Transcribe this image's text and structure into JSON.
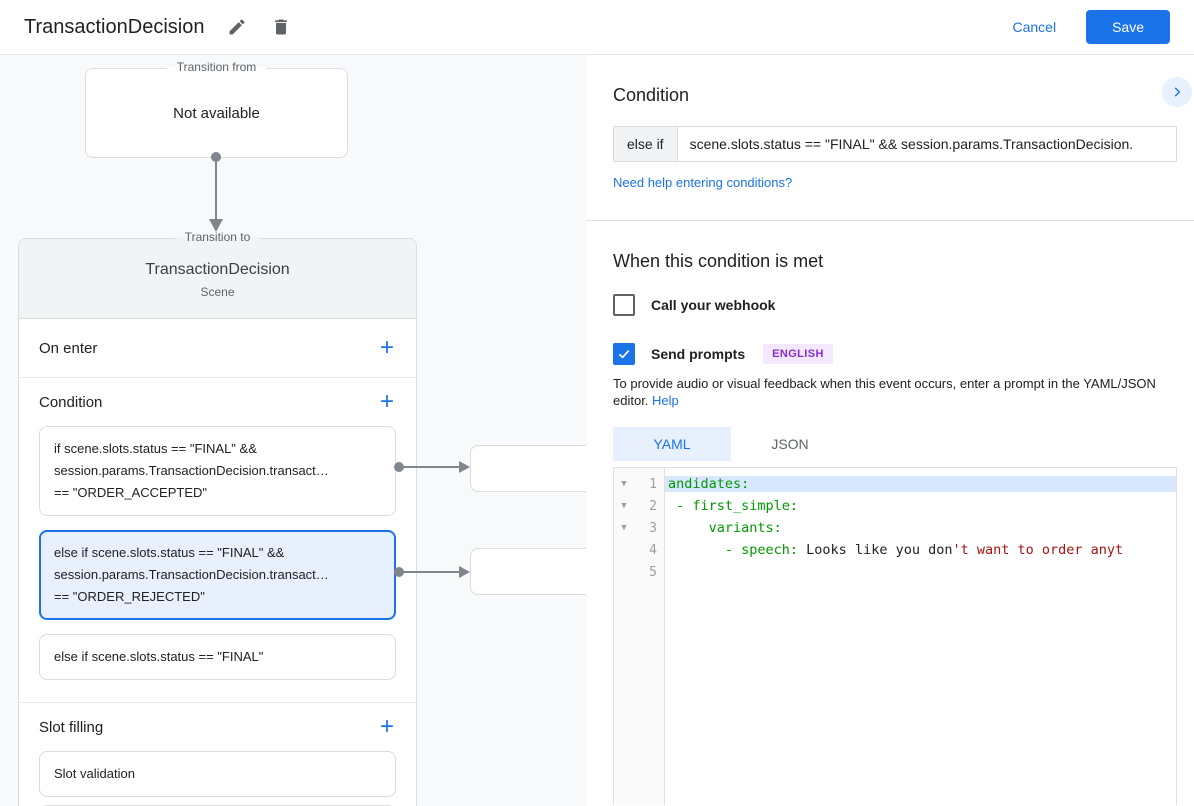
{
  "header": {
    "title": "TransactionDecision",
    "cancel": "Cancel",
    "save": "Save"
  },
  "canvas": {
    "transition_from": {
      "legend": "Transition from",
      "text": "Not available"
    },
    "transition_to": {
      "legend": "Transition to",
      "name": "TransactionDecision",
      "type": "Scene"
    },
    "on_enter_label": "On enter",
    "condition_label": "Condition",
    "condition_cards": [
      {
        "selected": false,
        "lines": [
          "if scene.slots.status == \"FINAL\" &&",
          "session.params.TransactionDecision.transact…",
          "== \"ORDER_ACCEPTED\""
        ]
      },
      {
        "selected": true,
        "lines": [
          "else if scene.slots.status == \"FINAL\" &&",
          "session.params.TransactionDecision.transact…",
          "== \"ORDER_REJECTED\""
        ]
      },
      {
        "selected": false,
        "lines": [
          "else if scene.slots.status == \"FINAL\""
        ]
      }
    ],
    "slot_filling_label": "Slot filling",
    "slot_cards": [
      "Slot validation"
    ]
  },
  "condition_panel": {
    "title": "Condition",
    "operator": "else if",
    "expression": "scene.slots.status == \"FINAL\" && session.params.TransactionDecision.",
    "help_link": "Need help entering conditions?"
  },
  "when_met": {
    "title": "When this condition is met",
    "webhook_label": "Call your webhook",
    "send_prompts_label": "Send prompts",
    "language_badge": "ENGLISH",
    "description": "To provide audio or visual feedback when this event occurs, enter a prompt in the YAML/JSON editor.",
    "help_label": "Help",
    "tabs": [
      {
        "label": "YAML",
        "active": true
      },
      {
        "label": "JSON",
        "active": false
      }
    ],
    "editor_lines": [
      {
        "number": "1",
        "fold": true,
        "highlight": true,
        "segments": [
          {
            "t": "andidates:",
            "c": "green"
          }
        ]
      },
      {
        "number": "2",
        "fold": true,
        "highlight": false,
        "segments": [
          {
            "t": " - first_simple:",
            "c": "green"
          }
        ]
      },
      {
        "number": "3",
        "fold": true,
        "highlight": false,
        "segments": [
          {
            "t": "     variants:",
            "c": "green"
          }
        ]
      },
      {
        "number": "4",
        "fold": false,
        "highlight": false,
        "segments": [
          {
            "t": "       - speech:",
            "c": "green"
          },
          {
            "t": " Looks like you don",
            "c": "plain"
          },
          {
            "t": "'t want to order anyt",
            "c": "red"
          }
        ]
      },
      {
        "number": "5",
        "fold": false,
        "highlight": false,
        "segments": []
      }
    ]
  },
  "colors": {
    "accent": "#1a73e8",
    "selected_bg": "#e8f0fe",
    "code_green": "#009900",
    "code_red": "#aa1111"
  }
}
